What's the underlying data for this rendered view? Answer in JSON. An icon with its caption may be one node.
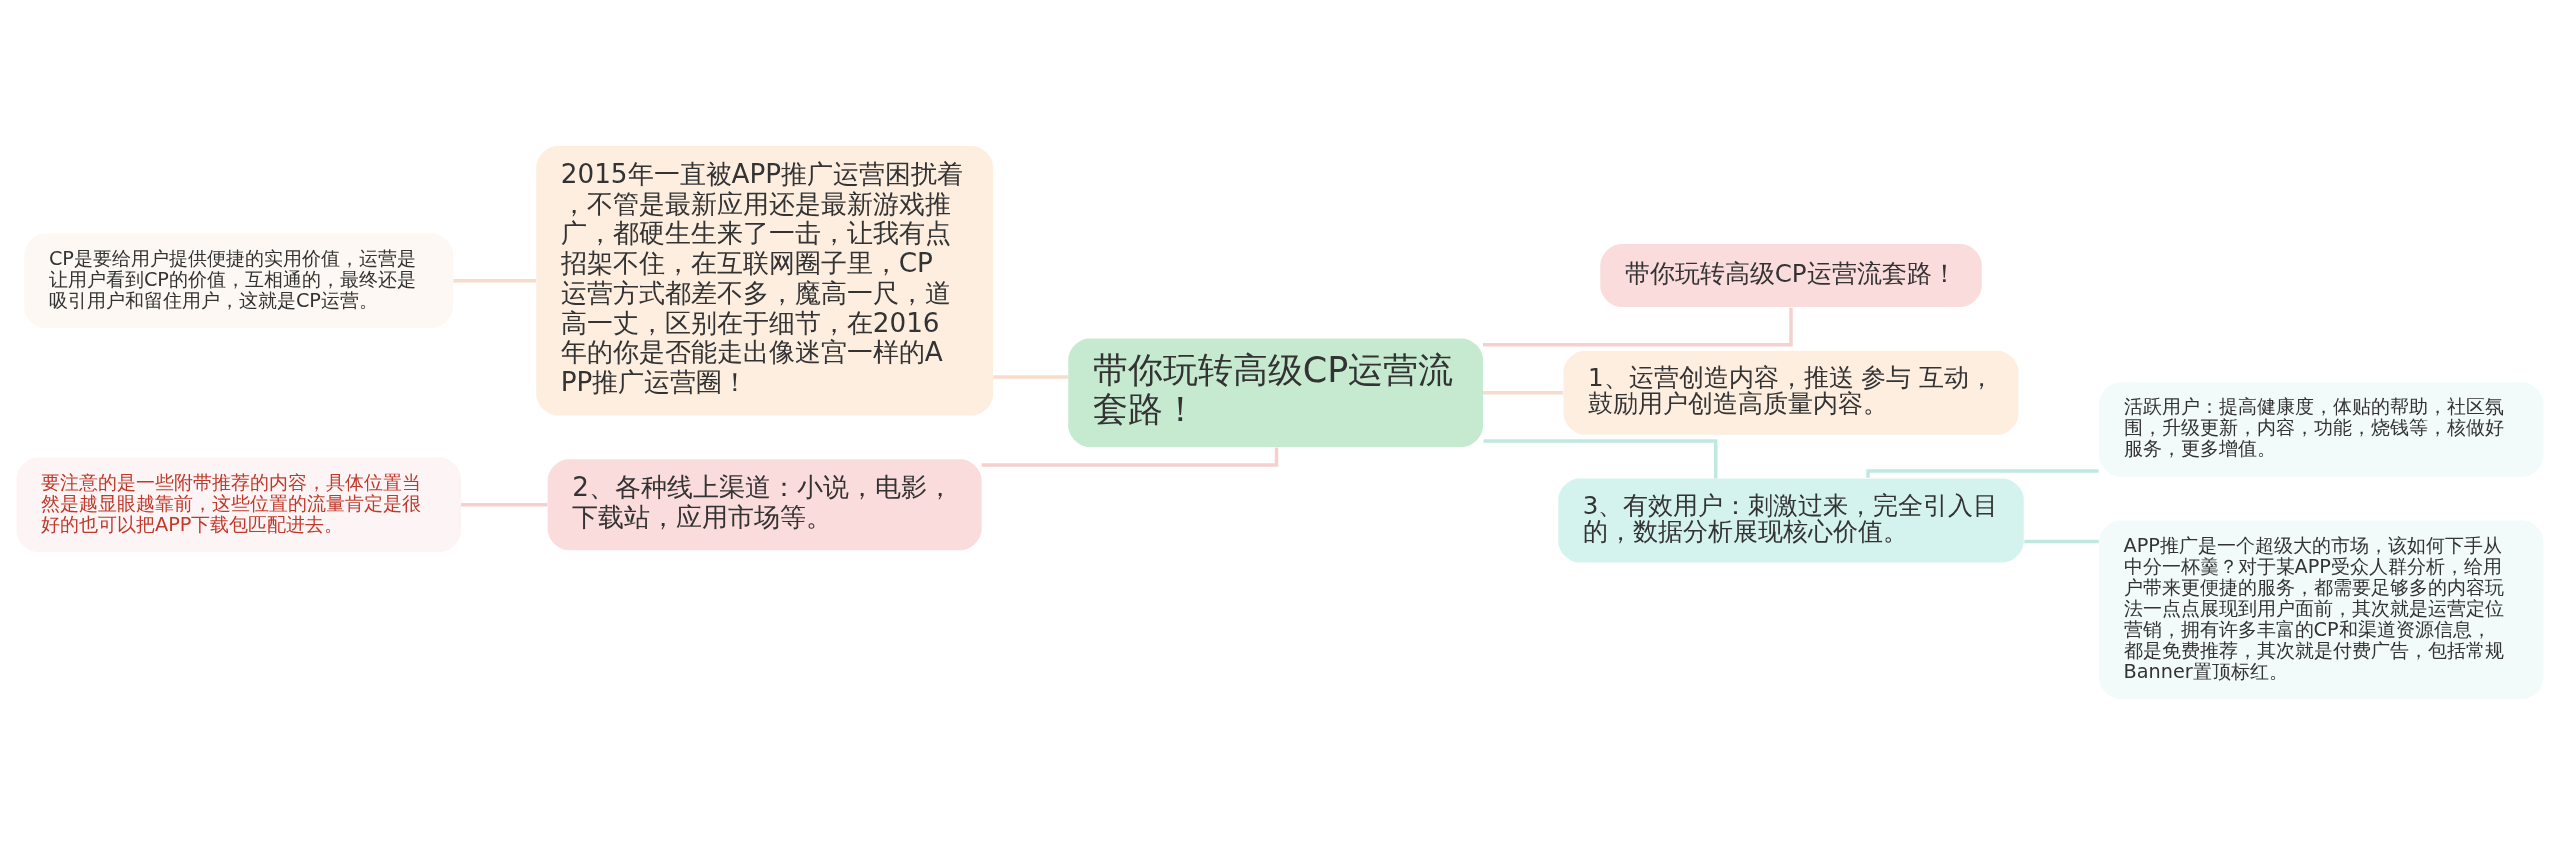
{
  "diagram": {
    "nodes": [
      {
        "text": [
          "CP是要给用户提供便捷的实用价值，运营是让用户看到CP的价值，互相通的，最终还是吸引用户和留住用户，这就是CP运营。"
        ]
      },
      {
        "text": [
          "2015年一直被APP推广运营困扰着，不管是最新应用还是最新游戏推广，都硬生生来了一击，让我有点招架不住，在互联网圈子里，CP运营方式都差不多，魔高一尺，道高一丈，区别在于细节，在2016年的你是否能走出像迷宫一样的APP推广运营圈！"
        ]
      },
      {
        "text": [
          "要注意的是一些附带推荐的内容，具体位置当然是越显眼越靠前，这些位置的流量肯定是很好的也可以把APP下载包匹配进去。"
        ]
      },
      {
        "text": [
          "2、各种线上渠道：小说，电影，下载站，应用市场等。"
        ]
      },
      {
        "text": [
          "带你玩转高级CP运营流套路！"
        ]
      },
      {
        "text": [
          "带你玩转高级CP运营流套路！"
        ]
      },
      {
        "text": [
          "1、运营创造内容，推送 参与 互动，鼓励用户创造高质量内容。"
        ]
      },
      {
        "text": [
          "3、有效用户：刺激过来，完全引入目的，数据分析展现核心价值。"
        ]
      },
      {
        "text": [
          "活跃用户：提高健康度，体贴的帮助，社区氛围，升级更新，内容，功能，烧钱等，核做好服务，更多增值。"
        ]
      },
      {
        "text": [
          "APP推广是一个超级大的市场，该如何下手从中分一杯羹？对于某APP受众人群分析，给用户带来更便捷的服务，都需要足够多的内容玩法一点点展现到用户面前，其次就是运营定位营销，拥有许多丰富的CP和渠道资源信息，都是免费推荐，其次就是付费广告，包括常规Banner置顶标红。"
        ]
      }
    ],
    "edges": [
      {
        "from": 0,
        "to": 1,
        "arrow": "none",
        "color": "#f8dccb"
      },
      {
        "from": 1,
        "to": 4,
        "arrow": "none",
        "color": "#f8dccb"
      },
      {
        "from": 2,
        "to": 3,
        "arrow": "none",
        "color": "#f6cfcf"
      },
      {
        "from": 3,
        "to": 4,
        "arrow": "none",
        "color": "#f6cfcf"
      },
      {
        "from": 4,
        "to": 5,
        "arrow": "none",
        "color": "#f6cfcf"
      },
      {
        "from": 4,
        "to": 6,
        "arrow": "none",
        "color": "#f8dccb"
      },
      {
        "from": 4,
        "to": 7,
        "arrow": "none",
        "color": "#bfe9e0"
      },
      {
        "from": 7,
        "to": 8,
        "arrow": "none",
        "color": "#bfe9e0"
      },
      {
        "from": 7,
        "to": 9,
        "arrow": "none",
        "color": "#bfe9e0"
      }
    ]
  }
}
